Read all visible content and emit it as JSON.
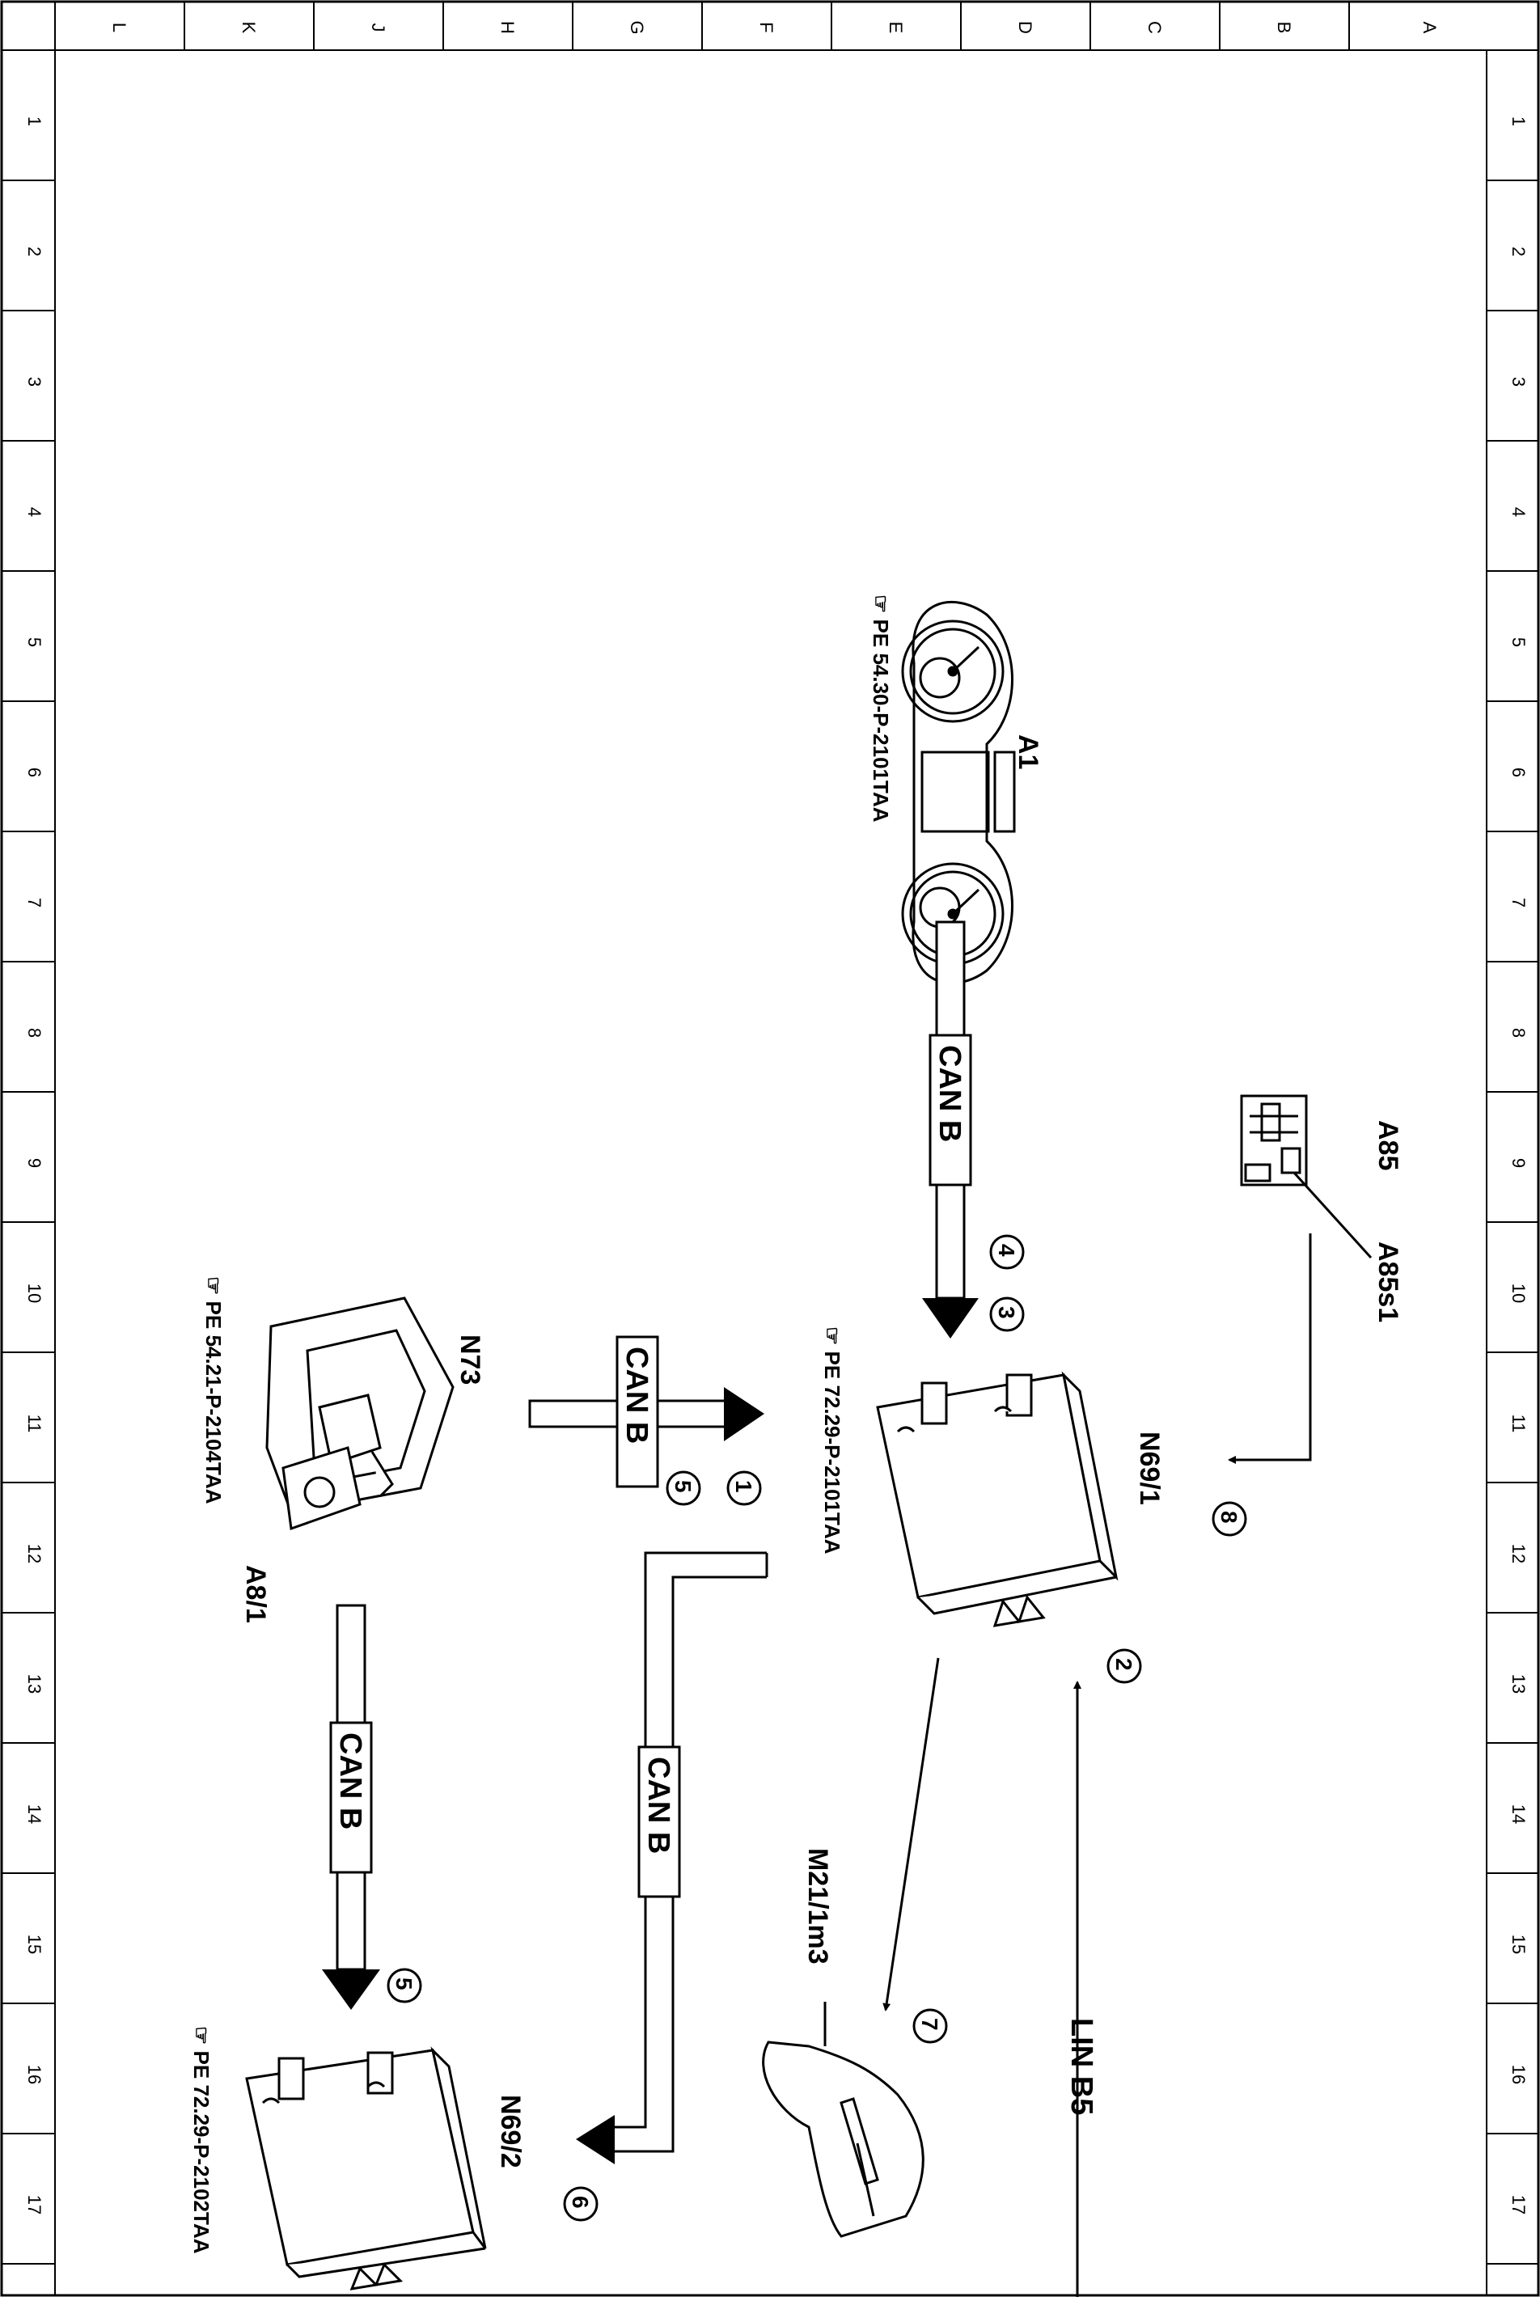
{
  "frame": {
    "top_letters": [
      "L",
      "K",
      "J",
      "H",
      "G",
      "F",
      "E",
      "D",
      "C",
      "B",
      "A"
    ],
    "side_numbers": [
      "1",
      "2",
      "3",
      "4",
      "5",
      "6",
      "7",
      "8",
      "9",
      "10",
      "11",
      "12",
      "13",
      "14",
      "15",
      "16",
      "17"
    ]
  },
  "components": {
    "a1": {
      "label": "A1",
      "ref": "PE 54.30-P-2101TAA"
    },
    "a85": {
      "label": "A85"
    },
    "a85s1": {
      "label": "A85s1"
    },
    "n69_1": {
      "label": "N69/1",
      "ref": "PE 72.29-P-2101TAA"
    },
    "n73": {
      "label": "N73",
      "ref": "PE 54.21-P-2104TAA"
    },
    "a8_1": {
      "label": "A8/1"
    },
    "m21": {
      "label": "M21/1m3"
    },
    "n69_2": {
      "label": "N69/2",
      "ref": "PE 72.29-P-2102TAA"
    }
  },
  "buses": {
    "can_b_1": "CAN B",
    "can_b_2": "CAN B",
    "can_b_3": "CAN B",
    "can_b_4": "CAN B",
    "lin_b5": "LIN B5"
  },
  "steps": {
    "s1": "1",
    "s2": "2",
    "s3": "3",
    "s4": "4",
    "s5a": "5",
    "s5b": "5",
    "s6": "6",
    "s7": "7",
    "s8": "8"
  },
  "colors": {
    "ink": "#000000",
    "paper": "#ffffff"
  }
}
